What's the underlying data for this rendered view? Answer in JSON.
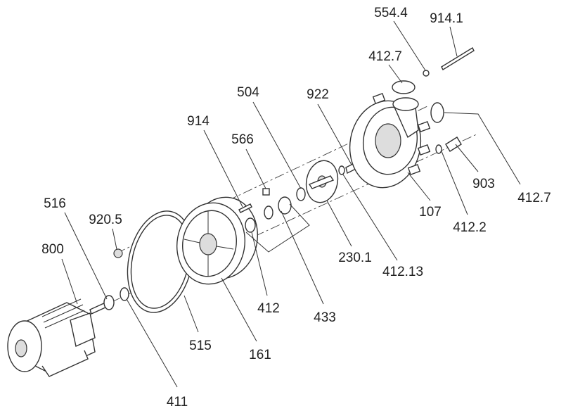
{
  "diagram": {
    "type": "exploded-parts-view",
    "labels": [
      "554.4",
      "914.1",
      "412.7",
      "504",
      "922",
      "914",
      "566",
      "516",
      "920.5",
      "800",
      "903",
      "412.7",
      "107",
      "412.2",
      "230.1",
      "412.13",
      "412",
      "433",
      "515",
      "161",
      "411"
    ]
  }
}
